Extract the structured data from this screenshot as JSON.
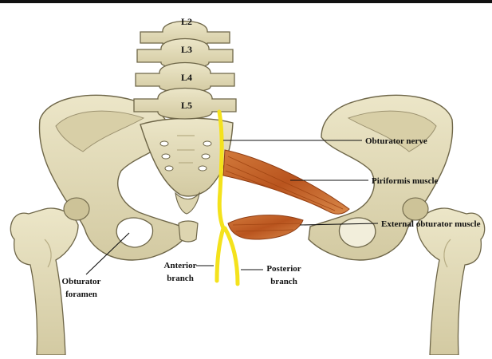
{
  "vertebrae": [
    "L2",
    "L3",
    "L4",
    "L5"
  ],
  "labels": {
    "obturator_nerve": "Obturator nerve",
    "piriformis_muscle": "Piriformis muscle",
    "external_obturator_muscle": "External obturator muscle",
    "obturator_foramen_line1": "Obturator",
    "obturator_foramen_line2": "foramen",
    "anterior_branch_line1": "Anterior",
    "anterior_branch_line2": "branch",
    "posterior_branch_line1": "Posterior",
    "posterior_branch_line2": "branch"
  },
  "colors": {
    "bone": "#e3dcbb",
    "bone_shadow": "#b7ad84",
    "bone_outline": "#6e6648",
    "nerve": "#f4e21c",
    "muscle": "#c7642a",
    "muscle_dark": "#8e3d14"
  }
}
